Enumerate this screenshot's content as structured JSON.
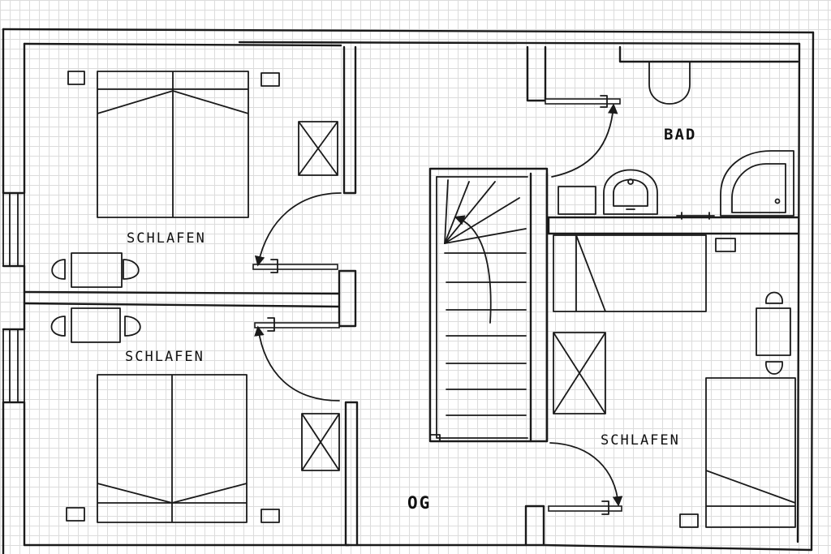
{
  "labels": {
    "bedroom_top_left": "SCHLAFEN",
    "bedroom_bottom_left": "SCHLAFEN",
    "bedroom_right": "SCHLAFEN",
    "bathroom": "BAD",
    "floor": "OG"
  },
  "colors": {
    "ink": "#1a1a1a",
    "grid": "#dcdcdc",
    "paper": "#ffffff"
  }
}
